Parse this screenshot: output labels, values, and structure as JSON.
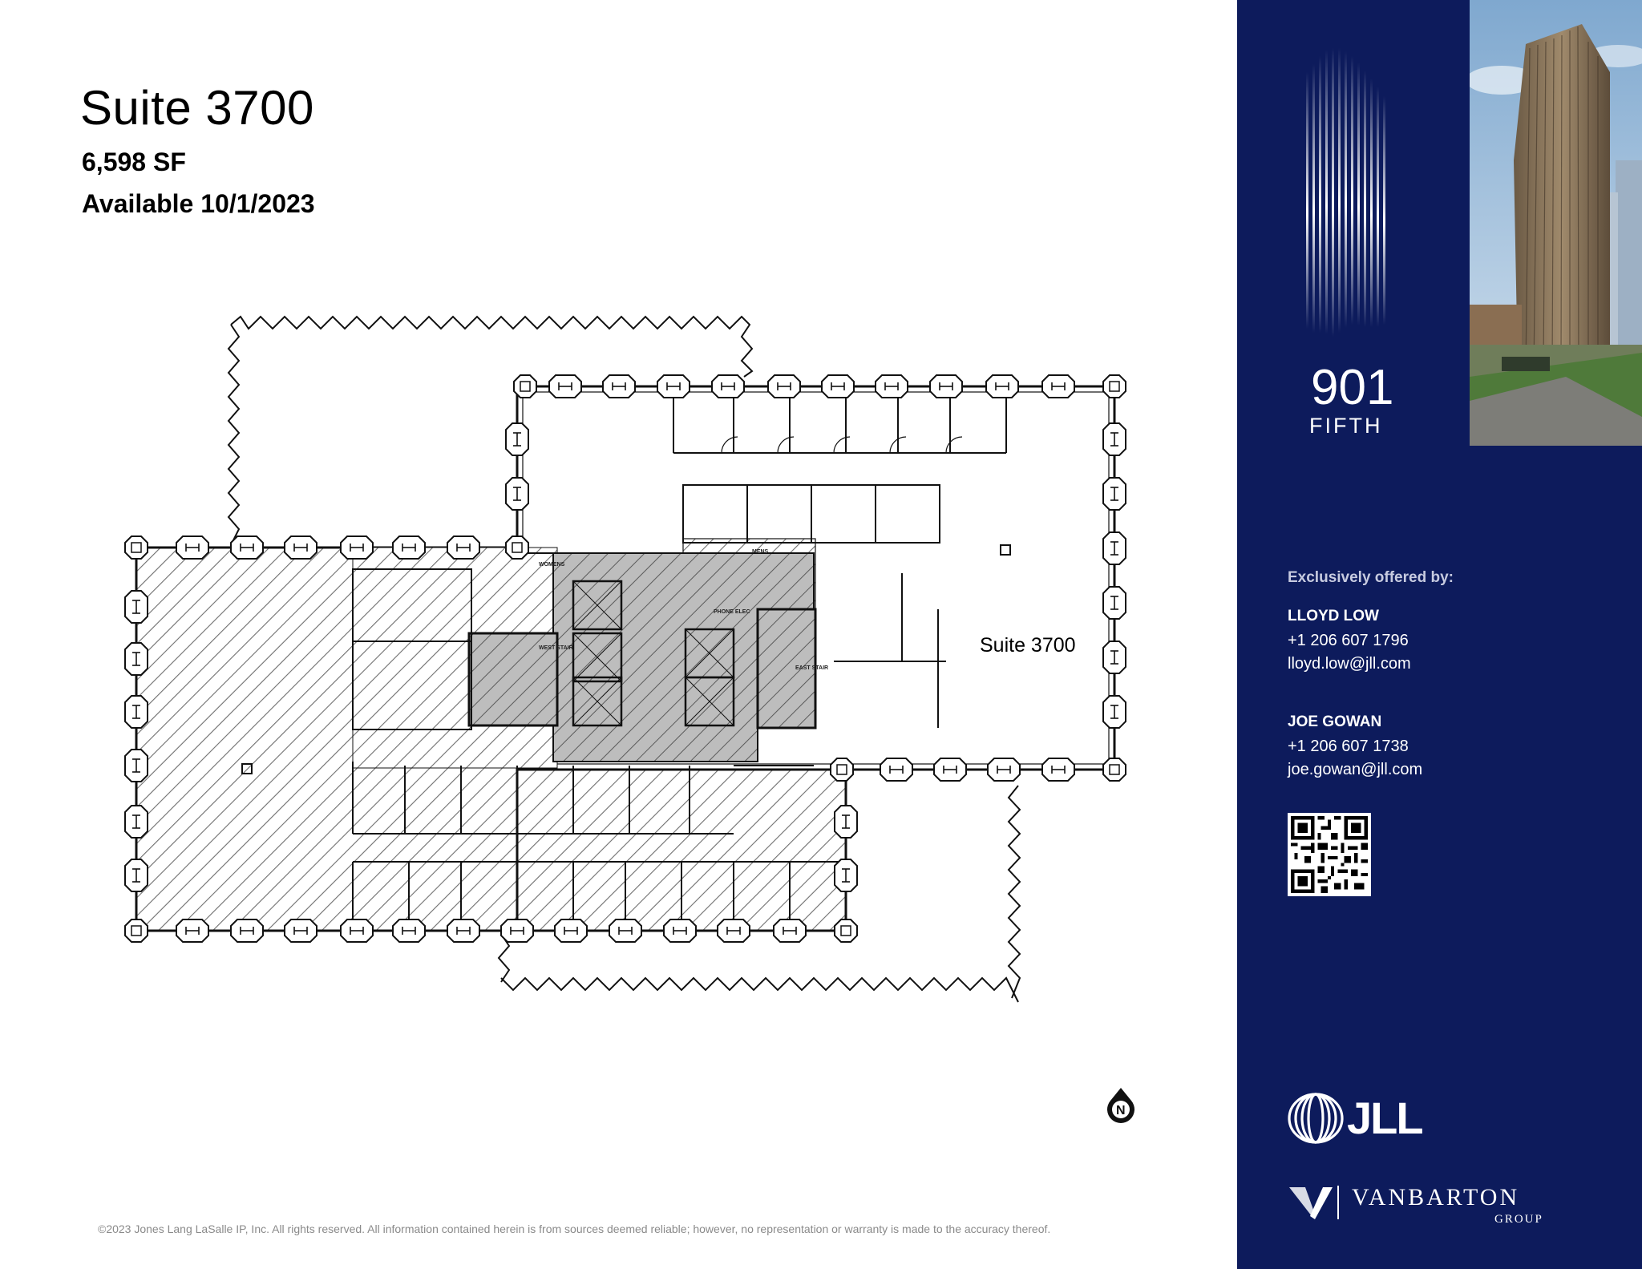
{
  "suite": {
    "title": "Suite 3700",
    "size": "6,598 SF",
    "availability": "Available 10/1/2023"
  },
  "floorplan": {
    "suite_label": "Suite 3700",
    "room_labels": {
      "womens": "WOMENS",
      "mens": "MENS",
      "phone_elec": "PHONE ELEC",
      "west_stair": "WEST STAIR",
      "east_stair": "EAST STAIR"
    },
    "north_marker": "N"
  },
  "footer": {
    "disclaimer": "©2023 Jones Lang LaSalle IP, Inc. All rights reserved. All information contained herein is from sources deemed reliable; however, no representation or warranty is made to the accuracy thereof."
  },
  "sidebar": {
    "building_number": "901",
    "building_name": "FIFTH",
    "offered_by": "Exclusively offered by:",
    "agents": [
      {
        "name": "LLOYD LOW",
        "phone": "+1 206 607 1796",
        "email": "lloyd.low@jll.com"
      },
      {
        "name": "JOE GOWAN",
        "phone": "+1 206 607 1738",
        "email": "joe.gowan@jll.com"
      }
    ],
    "logos": {
      "jll": "JLL",
      "vanbarton": "VANBARTON",
      "vanbarton_sub": "GROUP"
    }
  },
  "colors": {
    "sidebar_bg": "#0d1b5c",
    "hatch": "#6e6e6e",
    "core_gray": "#bdbdbd"
  }
}
